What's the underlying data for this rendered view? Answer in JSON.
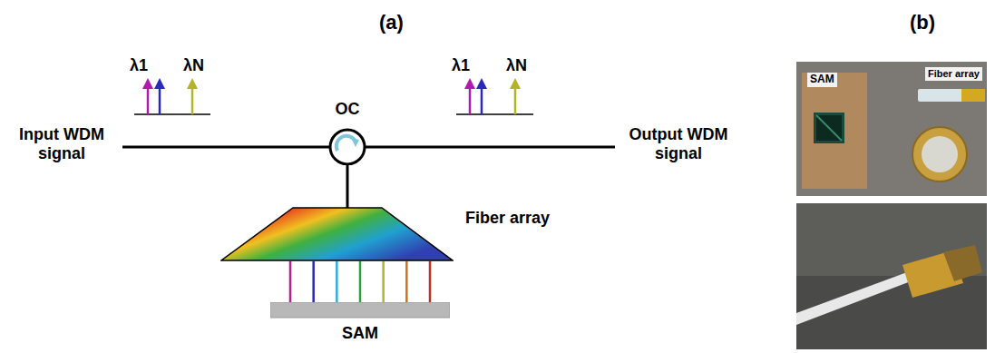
{
  "diagram": {
    "nodes": [
      {
        "text": [
          "OC"
        ]
      },
      {
        "text": [
          "Fiber array"
        ]
      },
      {
        "text": [
          "SAM"
        ]
      }
    ],
    "edges": [
      {
        "from": 0,
        "to": 1,
        "arrow": "none"
      },
      {
        "from": 1,
        "to": 2,
        "arrow": "none"
      }
    ],
    "labels": [
      "(a)",
      "(b)",
      "Input WDM signal",
      "Output WDM signal",
      "λ1",
      "λN",
      "λ1",
      "λN",
      "SAM",
      "Fiber array"
    ]
  }
}
